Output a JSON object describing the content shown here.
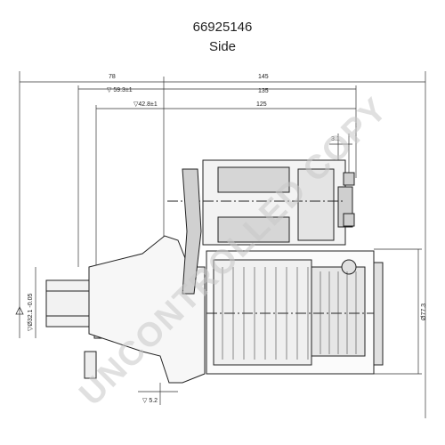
{
  "header": {
    "part_number": "66925146",
    "view": "Side"
  },
  "dimensions": {
    "d78": "78",
    "d145": "145",
    "d59": "▽ 59.3±1",
    "d135": "135",
    "d42": "▽42.8±1",
    "d125": "125",
    "d31": "3.1",
    "d77": "Ø77.3",
    "d52": "▽ 5.2",
    "d_left": "▽Ø32.1 -0.05"
  },
  "watermark": {
    "text": "UNCONTROLLED COPY"
  }
}
